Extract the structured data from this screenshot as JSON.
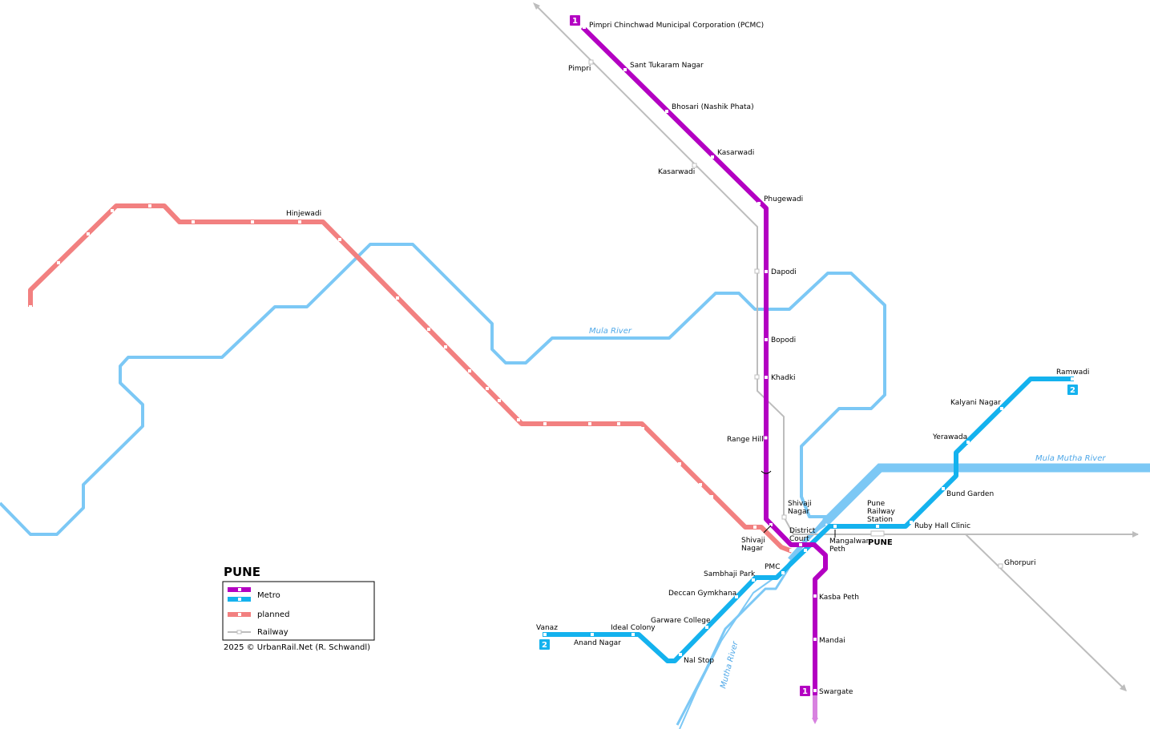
{
  "title": "PUNE",
  "credit": "2025 © UrbanRail.Net (R. Schwandl)",
  "colors": {
    "metro_line1": "#b300c2",
    "metro_line2": "#14b2ee",
    "planned": "#f28080",
    "railway": "#bdbdbd",
    "river": "#7cc8f5",
    "river_label": "#4fa8e8"
  },
  "legend": {
    "metro": "Metro",
    "planned": "planned",
    "railway": "Railway"
  },
  "lines": {
    "line1": {
      "badge": "1",
      "terminus_north": "Pimpri Chinchwad Municipal Corporation (PCMC)",
      "terminus_south": "Swargate"
    },
    "line2": {
      "badge": "2",
      "terminus_west": "Vanaz",
      "terminus_east": "Ramwadi"
    }
  },
  "rivers": {
    "mula": "Mula River",
    "mula_mutha": "Mula Mutha River",
    "mutha": "Mutha River"
  },
  "stations": {
    "pcmc": "Pimpri Chinchwad Municipal Corporation (PCMC)",
    "sant_tukaram_nagar": "Sant Tukaram Nagar",
    "bhosari": "Bhosari (Nashik Phata)",
    "kasarwadi": "Kasarwadi",
    "phugewadi": "Phugewadi",
    "dapodi": "Dapodi",
    "bopodi": "Bopodi",
    "khadki": "Khadki",
    "range_hill": "Range Hill",
    "shivaji_nagar": "Shivaji Nagar",
    "district_court": "District Court",
    "kasba_peth": "Kasba Peth",
    "mandai": "Mandai",
    "swargate": "Swargate",
    "vanaz": "Vanaz",
    "anand_nagar": "Anand Nagar",
    "ideal_colony": "Ideal Colony",
    "nal_stop": "Nal Stop",
    "garware_college": "Garware College",
    "deccan_gymkhana": "Deccan Gymkhana",
    "sambhaji_park": "Sambhaji Park",
    "pmc": "PMC",
    "mangalwar_peth": "Mangalwar Peth",
    "pune_railway_station": "Pune Railway Station",
    "ruby_hall_clinic": "Ruby Hall Clinic",
    "bund_garden": "Bund Garden",
    "yerawada": "Yerawada",
    "kalyani_nagar": "Kalyani Nagar",
    "ramwadi": "Ramwadi",
    "hinjewadi": "Hinjewadi"
  },
  "railway_stations": {
    "pimpri": "Pimpri",
    "kasarwadi": "Kasarwadi",
    "shivaji_nagar": "Shivaji Nagar",
    "shivaji_nagar_south": "Shivaji Nagar",
    "pune": "PUNE",
    "ghorpuri": "Ghorpuri"
  }
}
